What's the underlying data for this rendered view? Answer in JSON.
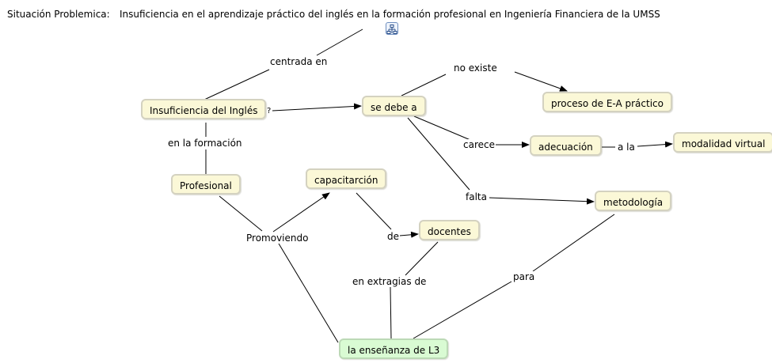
{
  "header": {
    "label": "Situación Problemica:",
    "title": "Insuficiencia en el aprendizaje práctico del inglés en la formación profesional en Ingeniería Financiera de la UMSS",
    "icon": "concept-map-icon"
  },
  "concepts": {
    "insuficiencia": "Insuficiencia del Inglés",
    "se_debe_a": "se debe a",
    "proceso": "proceso de E-A práctico",
    "adecuacion": "adecuación",
    "modalidad": "modalidad virtual",
    "metodologia": "metodología",
    "profesional": "Profesional",
    "capacitacion": "capacitarción",
    "docentes": "docentes",
    "ensenanza": "la enseñanza de L3"
  },
  "links": {
    "centrada_en": "centrada en",
    "no_existe": "no existe",
    "en_la_formacion": "en la formación",
    "carece": "carece",
    "a_la": "a la",
    "falta": "falta",
    "promoviendo": "Promoviendo",
    "de": "de",
    "en_extragias_de": "en extragias de",
    "para": "para",
    "question_mark": "?"
  },
  "colors": {
    "concept_fill": "#fbf8d7",
    "concept_border": "#d4d2c0",
    "highlight_fill": "#d9fbd3",
    "highlight_border": "#bcd9b6",
    "line": "#000000"
  }
}
